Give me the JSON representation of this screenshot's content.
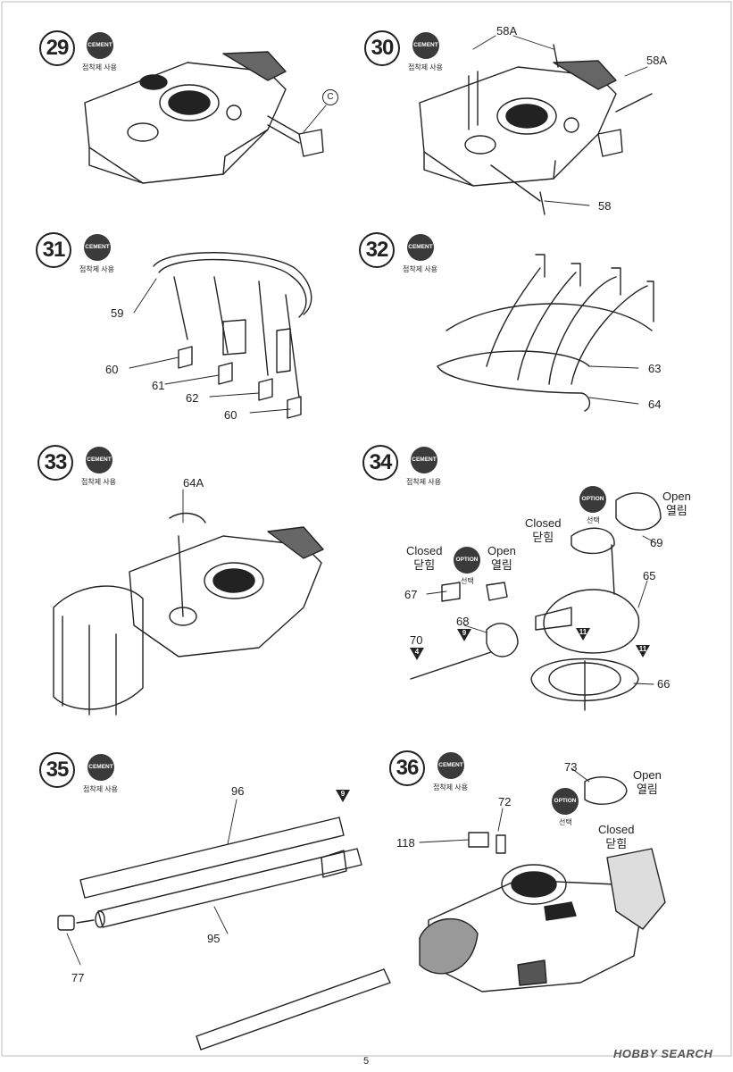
{
  "steps": [
    {
      "number": "29",
      "cement": "CEMENT",
      "note": "접착제 사용"
    },
    {
      "number": "30",
      "cement": "CEMENT",
      "note": "접착제 사용"
    },
    {
      "number": "31",
      "cement": "CEMENT",
      "note": "접착제 사용"
    },
    {
      "number": "32",
      "cement": "CEMENT",
      "note": "접착제 사용"
    },
    {
      "number": "33",
      "cement": "CEMENT",
      "note": "접착제 사용"
    },
    {
      "number": "34",
      "cement": "CEMENT",
      "note": "접착제 사용"
    },
    {
      "number": "35",
      "cement": "CEMENT",
      "note": "접착제 사용"
    },
    {
      "number": "36",
      "cement": "CEMENT",
      "note": "접착제 사용"
    }
  ],
  "option": {
    "label": "OPTION",
    "kr": "선택"
  },
  "states": {
    "open_en": "Open",
    "open_kr": "열림",
    "closed_en": "Closed",
    "closed_kr": "닫힘"
  },
  "parts": {
    "p29": [
      "C"
    ],
    "p30": [
      "58A",
      "58A",
      "58"
    ],
    "p31": [
      "59",
      "60",
      "61",
      "62",
      "60"
    ],
    "p32": [
      "63",
      "64"
    ],
    "p33": [
      "64A"
    ],
    "p34": [
      "67",
      "68",
      "70",
      "65",
      "66",
      "69"
    ],
    "p34_refs": [
      "9",
      "4",
      "11",
      "11"
    ],
    "p35": [
      "96",
      "95",
      "77"
    ],
    "p35_refs": [
      "9"
    ],
    "p36": [
      "73",
      "72",
      "118"
    ]
  },
  "footer": {
    "page": "5",
    "watermark": "HOBBY SEARCH"
  }
}
